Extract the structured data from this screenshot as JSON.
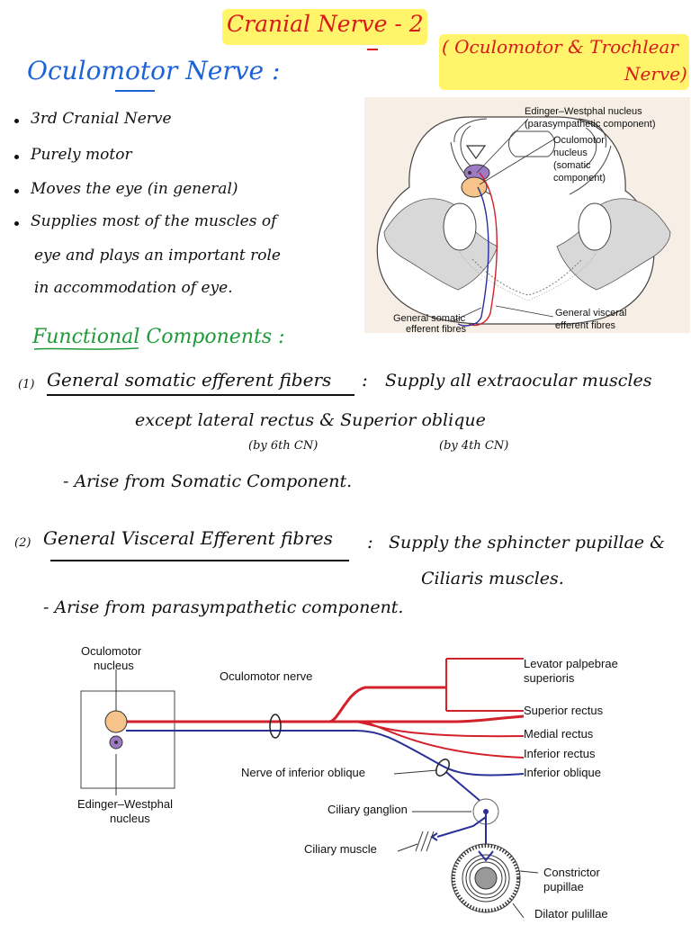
{
  "title": "Cranial Nerve - 2",
  "subtitle_line1": "( Oculomotor & Trochlear",
  "subtitle_line2": "Nerve)",
  "section_title": "Oculomotor Nerve :",
  "bullets": [
    "3rd Cranial Nerve",
    "Purely motor",
    "Moves the eye (in general)",
    "Supplies most of the muscles of",
    "eye and plays an important role",
    "in accommodation of eye."
  ],
  "functional_title": "Functional Components :",
  "item1": {
    "num": "(1)",
    "head": "General somatic efferent fibers",
    "colon": ":",
    "desc1": "Supply all extraocular muscles",
    "desc2": "except lateral rectus & Superior oblique",
    "note1": "(by 6th CN)",
    "note2": "(by 4th CN)",
    "arise": "- Arise from Somatic Component."
  },
  "item2": {
    "num": "(2)",
    "head": "General Visceral Efferent fibres",
    "colon": ":",
    "desc1": "Supply the sphincter pupillae &",
    "desc2": "Ciliaris muscles.",
    "arise": "- Arise from parasympathetic component."
  },
  "figure1": {
    "ew_label1": "Edinger–Westphal nucleus",
    "ew_label2": "(parasympathetic component)",
    "on_label1": "Oculomotor",
    "on_label2": "nucleus",
    "on_label3": "(somatic",
    "on_label4": "component)",
    "gse_label1": "General somatic",
    "gse_label2": "efferent fibres",
    "gve_label1": "General visceral",
    "gve_label2": "efferent fibres"
  },
  "figure2": {
    "oculomotor_nucleus1": "Oculomotor",
    "oculomotor_nucleus2": "nucleus",
    "oculomotor_nerve": "Oculomotor nerve",
    "ew_nucleus1": "Edinger–Westphal",
    "ew_nucleus2": "nucleus",
    "levator1": "Levator palpebrae",
    "levator2": "superioris",
    "superior_rectus": "Superior rectus",
    "medial_rectus": "Medial rectus",
    "inferior_rectus": "Inferior rectus",
    "inferior_oblique": "Inferior oblique",
    "nerve_inf_oblique": "Nerve of inferior oblique",
    "ciliary_ganglion": "Ciliary ganglion",
    "ciliary_muscle": "Ciliary muscle",
    "constrictor1": "Constrictor",
    "constrictor2": "pupillae",
    "dilator": "Dilator pulillae"
  },
  "colors": {
    "title_red": "#d91a1a",
    "highlight_yellow": "#fff46a",
    "heading_blue": "#1d63d6",
    "heading_green": "#1f9a3a",
    "nerve_red": "#d3202a",
    "nerve_blue": "#2a2f9a",
    "nucleus_orange": "#f6c48a",
    "nucleus_purple": "#9d7bc4"
  }
}
